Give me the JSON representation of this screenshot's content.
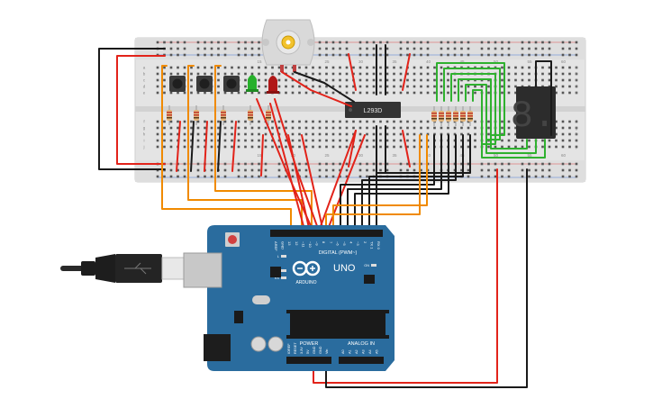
{
  "breadboard": {
    "column_numbers": [
      "15",
      "20",
      "25",
      "30",
      "35",
      "40",
      "45",
      "50",
      "55",
      "60"
    ],
    "row_letters": [
      "a",
      "b",
      "c",
      "d",
      "e",
      "f",
      "g",
      "h",
      "i",
      "j"
    ]
  },
  "motor_driver": {
    "label": "L293D"
  },
  "seven_segment": {
    "digit": "8."
  },
  "arduino": {
    "model_label": "UNO",
    "brand_label": "ARDUINO",
    "digital_header": "DIGITAL (PWM~)",
    "power_header": "POWER",
    "analog_header": "ANALOG IN",
    "pin_labels_top": [
      "AREF",
      "GND",
      "13",
      "12",
      "~11",
      "~10",
      "~9",
      "8",
      "7",
      "~6",
      "~5",
      "4",
      "~3",
      "2",
      "TX 1",
      "RX 0"
    ],
    "pin_labels_power": [
      "IOREF",
      "RESET",
      "3.3V",
      "5V",
      "GND",
      "GND",
      "Vin"
    ],
    "pin_labels_analog": [
      "A0",
      "A1",
      "A2",
      "A3",
      "A4",
      "A5"
    ],
    "led_labels": [
      "L",
      "TX",
      "RX",
      "ON"
    ]
  },
  "colors": {
    "wire_red": "#e2231a",
    "wire_black": "#1a1a1a",
    "wire_orange": "#f08a00",
    "wire_green": "#2fb12f",
    "board_blue": "#2a6c9e",
    "breadboard": "#e6e6e6"
  }
}
